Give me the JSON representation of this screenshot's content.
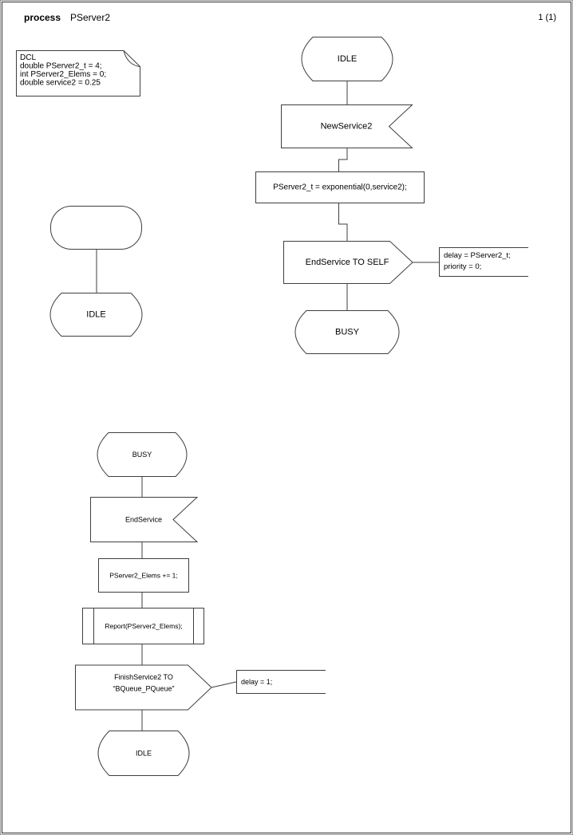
{
  "page": {
    "process_label": "process",
    "process_name": "PServer2",
    "page_number": "1 (1)"
  },
  "colors": {
    "background": "#ffffff",
    "line": "#3f3f3f",
    "text": "#000000"
  },
  "declarations": {
    "lines": [
      "DCL",
      "double PServer2_t = 4;",
      "int PServer2_Elems = 0;",
      "double service2 = 0.25"
    ]
  },
  "flow_top": {
    "state_idle": "IDLE",
    "input_signal": "NewService2",
    "task": "PServer2_t = exponential(0,service2);",
    "output_signal": "EndService TO SELF",
    "comment_line1": "delay = PServer2_t;",
    "comment_line2": "priority = 0;",
    "state_busy": "BUSY"
  },
  "flow_left": {
    "state_idle": "IDLE"
  },
  "flow_bottom": {
    "state_busy": "BUSY",
    "input_signal": "EndService",
    "task": "PServer2_Elems += 1;",
    "procedure_call": "Report(PServer2_Elems);",
    "output_line1": "FinishService2 TO",
    "output_line2": "“BQueue_PQueue”",
    "comment": "delay = 1;",
    "state_idle": "IDLE"
  }
}
